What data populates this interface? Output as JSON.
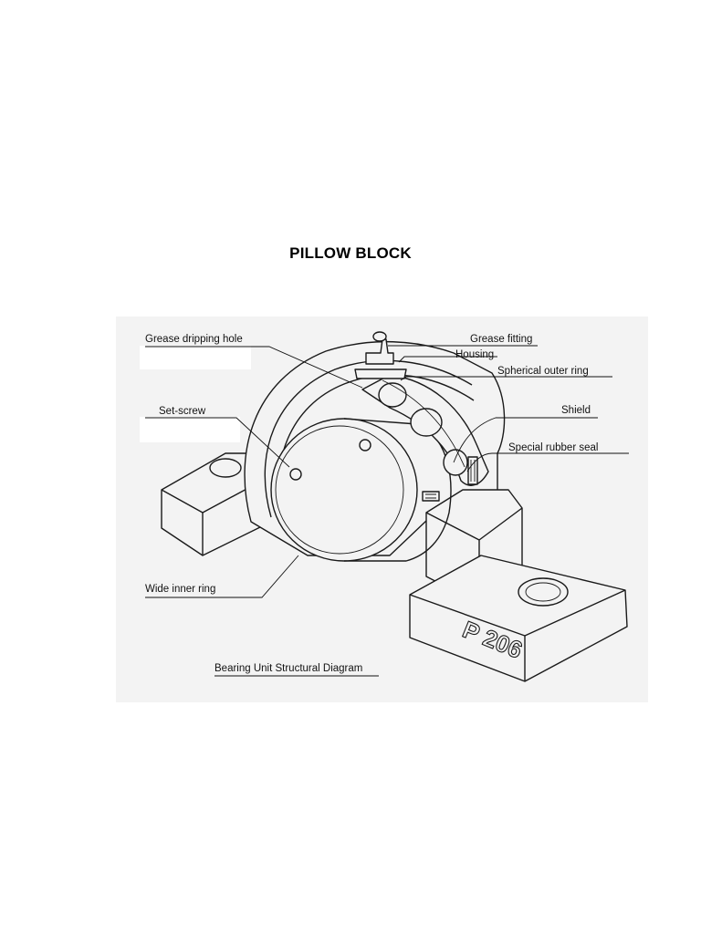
{
  "page": {
    "title": "PILLOW BLOCK"
  },
  "diagram": {
    "caption": "Bearing Unit Structural Diagram",
    "housing_marking": "P 206",
    "labels": {
      "grease_dripping_hole": "Grease dripping hole",
      "grease_fitting": "Grease fitting",
      "housing": "Housing",
      "spherical_outer_ring": "Spherical outer ring",
      "set_screw": "Set-screw",
      "shield": "Shield",
      "special_rubber_seal": "Special rubber seal",
      "wide_inner_ring": "Wide inner ring"
    }
  }
}
